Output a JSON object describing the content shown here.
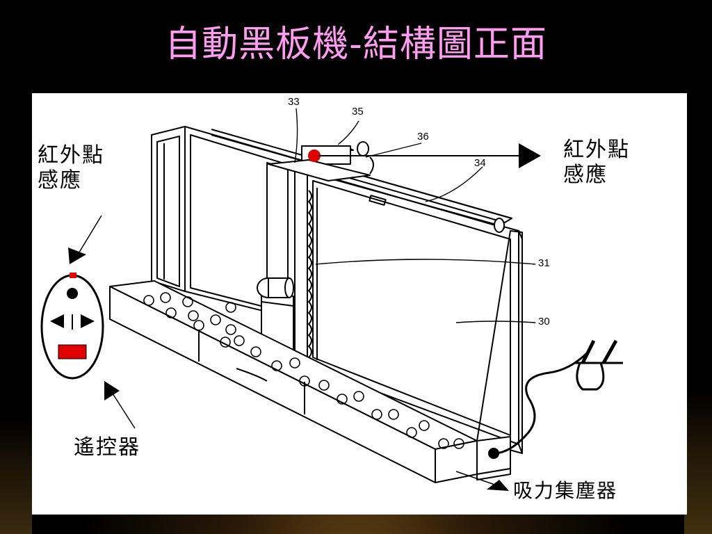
{
  "slide": {
    "title": "自動黑板機-結構圖正面"
  },
  "diagram": {
    "labels": {
      "ir_sensor_left": "紅外點\n感應",
      "ir_sensor_right": "紅外點\n感應",
      "remote": "遙控器",
      "dust_collector": "吸力集塵器"
    },
    "part_numbers": {
      "n33": "33",
      "n35": "35",
      "n36": "36",
      "n34": "34",
      "n31": "31",
      "n30": "30"
    },
    "colors": {
      "title": "#ff9bf0",
      "indicator_red": "#e00000",
      "panel_bg": "#ffffff"
    },
    "icons": [
      "remote-control-icon",
      "power-plug-icon",
      "arrow-icon"
    ]
  }
}
